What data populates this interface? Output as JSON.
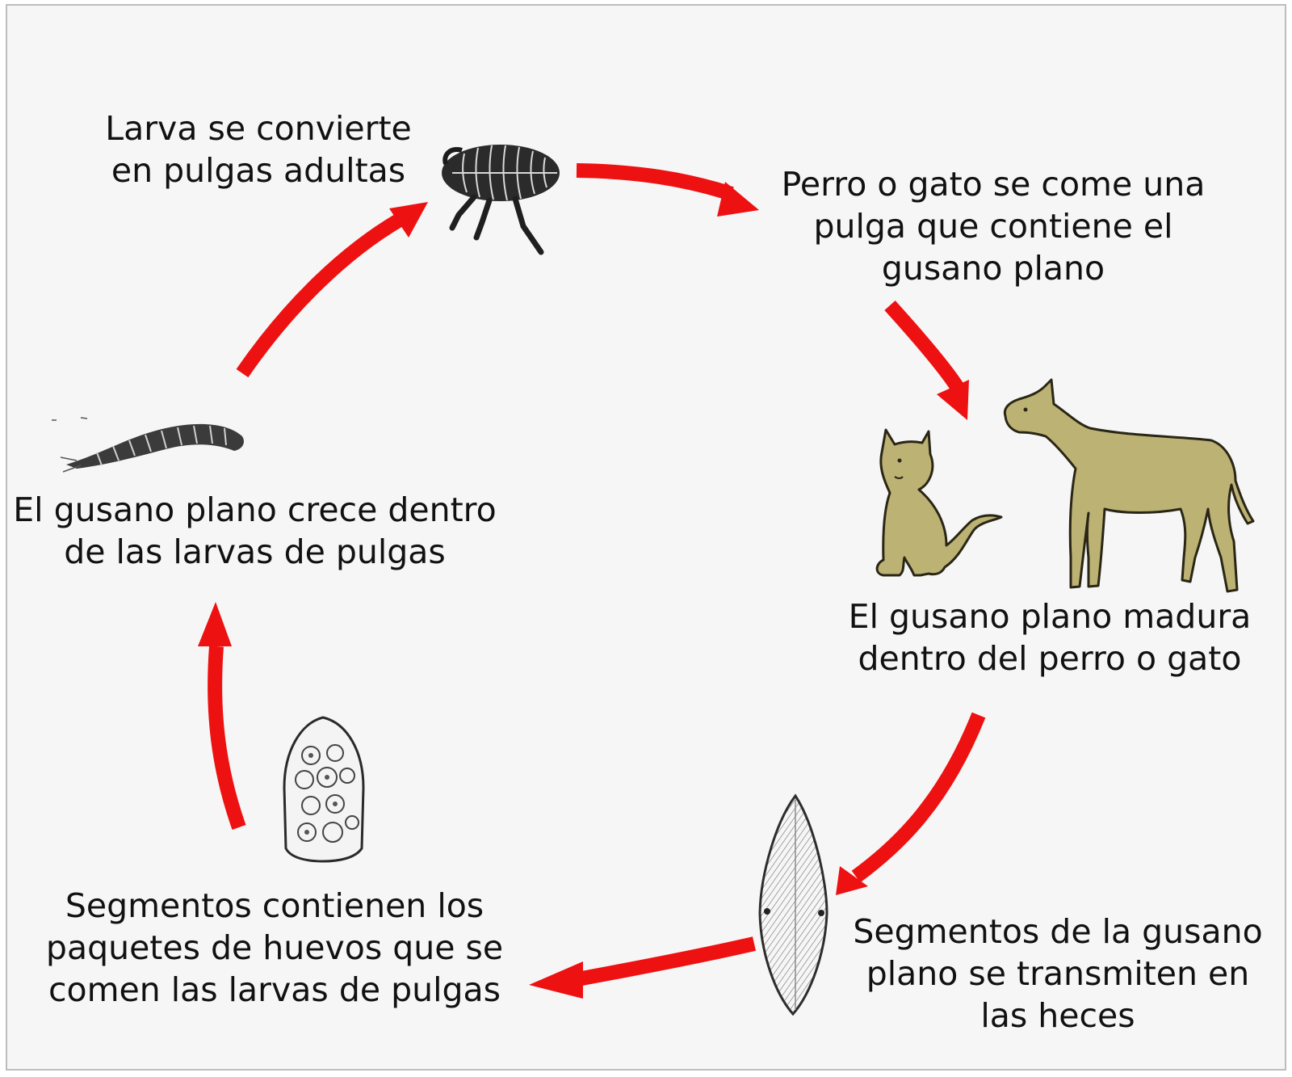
{
  "colors": {
    "arrow": "#ee1111",
    "animal_fill": "#bcb274",
    "animal_stroke": "#2a2616",
    "background": "#f6f6f6",
    "text": "#111111"
  },
  "icons": [
    "flea-icon",
    "cat-icon",
    "dog-icon",
    "tapeworm-segment-icon",
    "egg-packet-icon",
    "flea-larva-icon"
  ],
  "stages": {
    "adult_flea": {
      "lines": [
        "Larva se convierte",
        "en pulgas adultas"
      ]
    },
    "pet_eats_flea": {
      "lines": [
        "Perro o gato se come una",
        "pulga que contiene el",
        "gusano plano"
      ]
    },
    "worm_matures": {
      "lines": [
        "El gusano plano madura",
        "dentro del perro o gato"
      ]
    },
    "segments_in_feces": {
      "lines": [
        "Segmentos de la gusano",
        "plano se transmiten en",
        "las heces"
      ]
    },
    "egg_packets": {
      "lines": [
        "Segmentos contienen los",
        "paquetes de huevos que se",
        "comen las larvas de pulgas"
      ]
    },
    "worm_in_larva": {
      "lines": [
        "El gusano plano crece dentro",
        "de las larvas de pulgas"
      ]
    }
  }
}
